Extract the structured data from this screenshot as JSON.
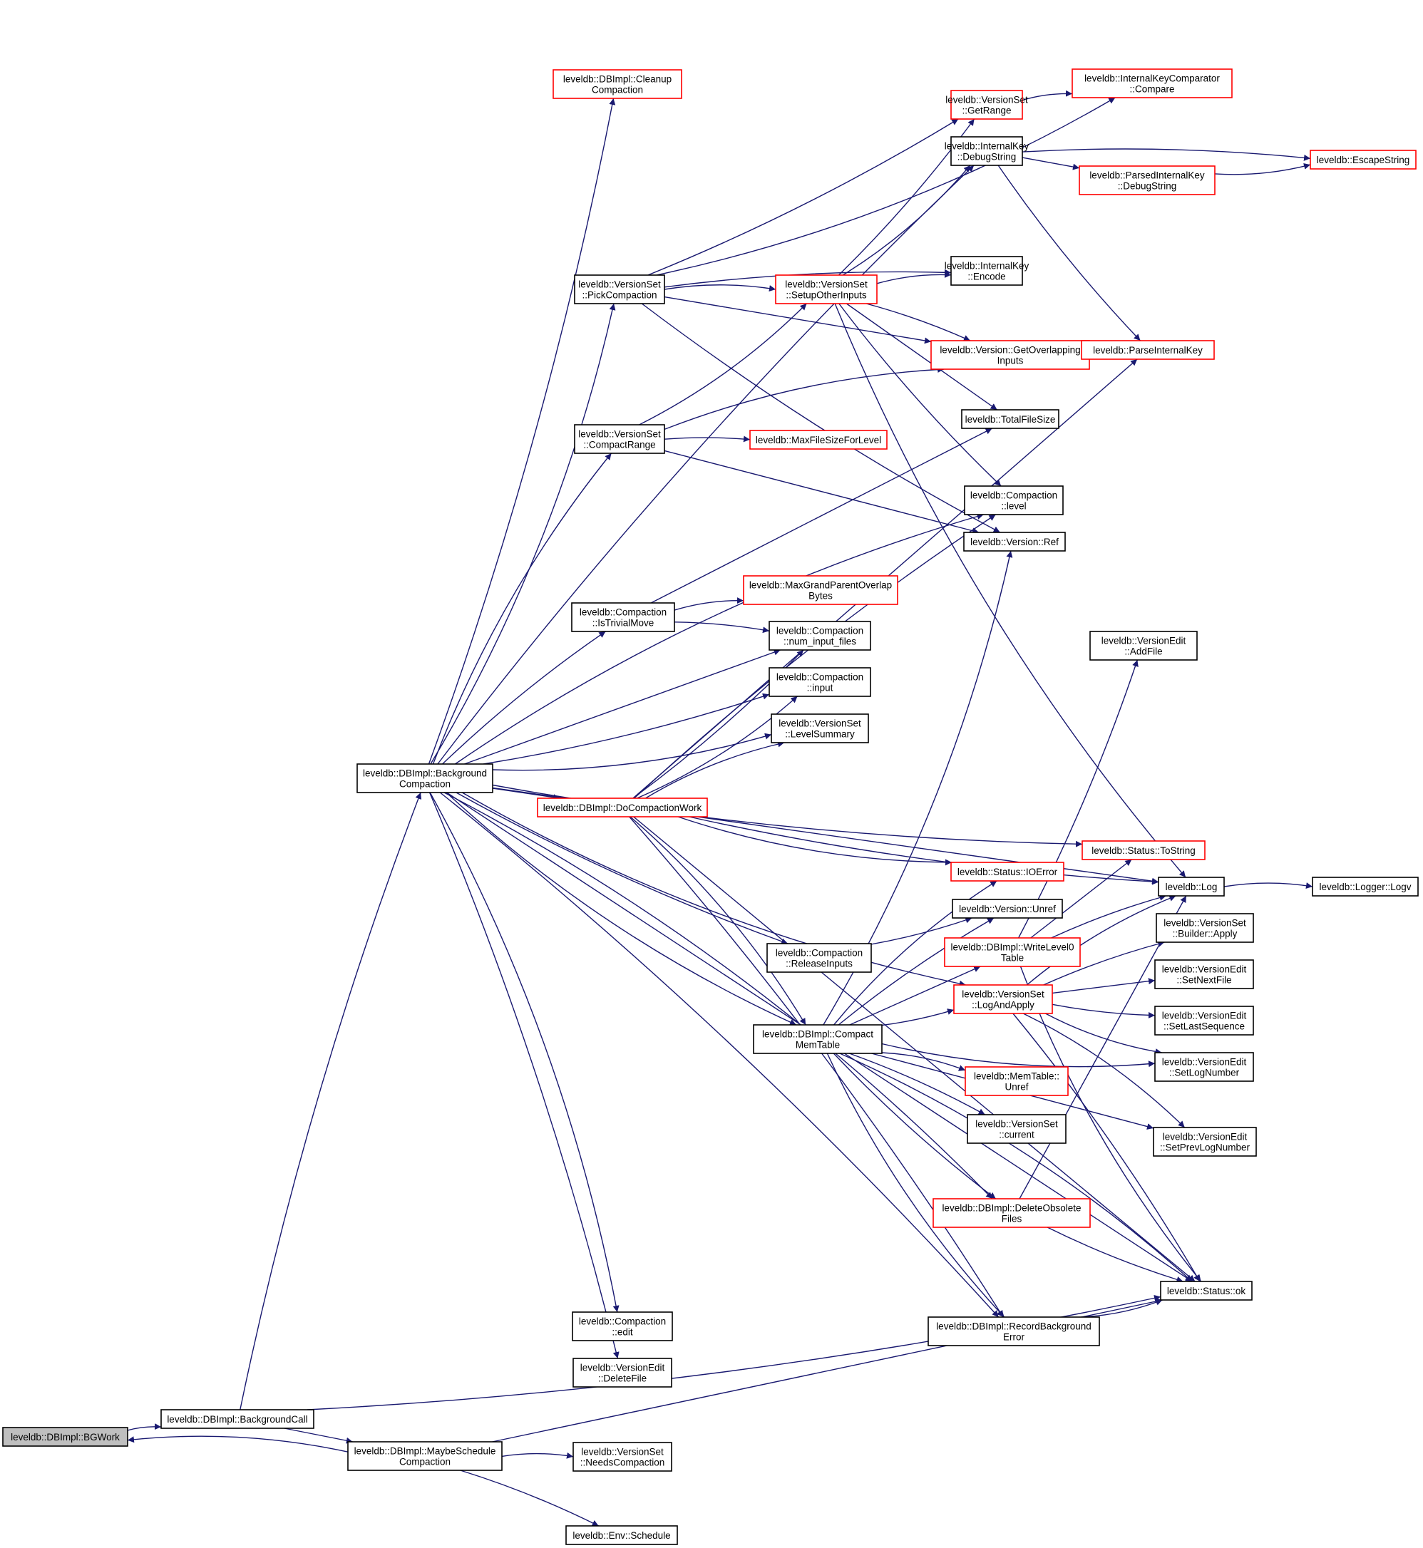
{
  "diagram": {
    "type": "call-graph",
    "colors": {
      "edge": "#191970",
      "node_border": "#000000",
      "node_border_truncated": "#ff0000",
      "current_fill": "#bfbfbf"
    },
    "nodes": [
      {
        "id": "bgwork",
        "lines": [
          "leveldb::DBImpl::BGWork"
        ],
        "style": "current"
      },
      {
        "id": "bgcall",
        "lines": [
          "leveldb::DBImpl::BackgroundCall"
        ],
        "style": "normal"
      },
      {
        "id": "maybesched",
        "lines": [
          "leveldb::DBImpl::MaybeSchedule",
          "Compaction"
        ],
        "style": "normal"
      },
      {
        "id": "bgcompact",
        "lines": [
          "leveldb::DBImpl::Background",
          "Compaction"
        ],
        "style": "normal"
      },
      {
        "id": "cleanup",
        "lines": [
          "leveldb::DBImpl::Cleanup",
          "Compaction"
        ],
        "style": "truncated"
      },
      {
        "id": "pickcompact",
        "lines": [
          "leveldb::VersionSet",
          "::PickCompaction"
        ],
        "style": "normal"
      },
      {
        "id": "compactrange",
        "lines": [
          "leveldb::VersionSet",
          "::CompactRange"
        ],
        "style": "normal"
      },
      {
        "id": "istrivial",
        "lines": [
          "leveldb::Compaction",
          "::IsTrivialMove"
        ],
        "style": "normal"
      },
      {
        "id": "docompact",
        "lines": [
          "leveldb::DBImpl::DoCompactionWork"
        ],
        "style": "truncated"
      },
      {
        "id": "releaseinputs",
        "lines": [
          "leveldb::Compaction",
          "::ReleaseInputs"
        ],
        "style": "normal"
      },
      {
        "id": "compactmem",
        "lines": [
          "leveldb::DBImpl::Compact",
          "MemTable"
        ],
        "style": "normal"
      },
      {
        "id": "cedit",
        "lines": [
          "leveldb::Compaction",
          "::edit"
        ],
        "style": "normal"
      },
      {
        "id": "deletefile",
        "lines": [
          "leveldb::VersionEdit",
          "::DeleteFile"
        ],
        "style": "normal"
      },
      {
        "id": "needscompact",
        "lines": [
          "leveldb::VersionSet",
          "::NeedsCompaction"
        ],
        "style": "normal"
      },
      {
        "id": "schedule",
        "lines": [
          "leveldb::Env::Schedule"
        ],
        "style": "normal"
      },
      {
        "id": "setupother",
        "lines": [
          "leveldb::VersionSet",
          "::SetupOtherInputs"
        ],
        "style": "truncated"
      },
      {
        "id": "maxfilesize",
        "lines": [
          "leveldb::MaxFileSizeForLevel"
        ],
        "style": "truncated"
      },
      {
        "id": "maxgrand",
        "lines": [
          "leveldb::MaxGrandParentOverlap",
          "Bytes"
        ],
        "style": "truncated"
      },
      {
        "id": "numinput",
        "lines": [
          "leveldb::Compaction",
          "::num_input_files"
        ],
        "style": "normal"
      },
      {
        "id": "cinput",
        "lines": [
          "leveldb::Compaction",
          "::input"
        ],
        "style": "normal"
      },
      {
        "id": "levelsummary",
        "lines": [
          "leveldb::VersionSet",
          "::LevelSummary"
        ],
        "style": "normal"
      },
      {
        "id": "getrange",
        "lines": [
          "leveldb::VersionSet",
          "::GetRange"
        ],
        "style": "truncated"
      },
      {
        "id": "ikdebug",
        "lines": [
          "leveldb::InternalKey",
          "::DebugString"
        ],
        "style": "normal"
      },
      {
        "id": "ikencode",
        "lines": [
          "leveldb::InternalKey",
          "::Encode"
        ],
        "style": "normal"
      },
      {
        "id": "getoverlap",
        "lines": [
          "leveldb::Version::GetOverlapping",
          "Inputs"
        ],
        "style": "truncated"
      },
      {
        "id": "totalfilesize",
        "lines": [
          "leveldb::TotalFileSize"
        ],
        "style": "normal"
      },
      {
        "id": "clevel",
        "lines": [
          "leveldb::Compaction",
          "::level"
        ],
        "style": "normal"
      },
      {
        "id": "vref",
        "lines": [
          "leveldb::Version::Ref"
        ],
        "style": "normal"
      },
      {
        "id": "ioerror",
        "lines": [
          "leveldb::Status::IOError"
        ],
        "style": "truncated"
      },
      {
        "id": "vunref",
        "lines": [
          "leveldb::Version::Unref"
        ],
        "style": "normal"
      },
      {
        "id": "writelevel0",
        "lines": [
          "leveldb::DBImpl::WriteLevel0",
          "Table"
        ],
        "style": "truncated"
      },
      {
        "id": "logandapply",
        "lines": [
          "leveldb::VersionSet",
          "::LogAndApply"
        ],
        "style": "truncated"
      },
      {
        "id": "memunref",
        "lines": [
          "leveldb::MemTable::",
          "Unref"
        ],
        "style": "truncated"
      },
      {
        "id": "vscurrent",
        "lines": [
          "leveldb::VersionSet",
          "::current"
        ],
        "style": "normal"
      },
      {
        "id": "deleteobsolete",
        "lines": [
          "leveldb::DBImpl::DeleteObsolete",
          "Files"
        ],
        "style": "truncated"
      },
      {
        "id": "recordbgerr",
        "lines": [
          "leveldb::DBImpl::RecordBackground",
          "Error"
        ],
        "style": "normal"
      },
      {
        "id": "ikcompare",
        "lines": [
          "leveldb::InternalKeyComparator",
          "::Compare"
        ],
        "style": "truncated"
      },
      {
        "id": "escapestring",
        "lines": [
          "leveldb::EscapeString"
        ],
        "style": "truncated"
      },
      {
        "id": "parseddebug",
        "lines": [
          "leveldb::ParsedInternalKey",
          "::DebugString"
        ],
        "style": "truncated"
      },
      {
        "id": "parseik",
        "lines": [
          "leveldb::ParseInternalKey"
        ],
        "style": "truncated"
      },
      {
        "id": "addfile",
        "lines": [
          "leveldb::VersionEdit",
          "::AddFile"
        ],
        "style": "normal"
      },
      {
        "id": "tostring",
        "lines": [
          "leveldb::Status::ToString"
        ],
        "style": "truncated"
      },
      {
        "id": "log",
        "lines": [
          "leveldb::Log"
        ],
        "style": "normal"
      },
      {
        "id": "logv",
        "lines": [
          "leveldb::Logger::Logv"
        ],
        "style": "normal"
      },
      {
        "id": "builderapply",
        "lines": [
          "leveldb::VersionSet",
          "::Builder::Apply"
        ],
        "style": "normal"
      },
      {
        "id": "setnextfile",
        "lines": [
          "leveldb::VersionEdit",
          "::SetNextFile"
        ],
        "style": "normal"
      },
      {
        "id": "setlastseq",
        "lines": [
          "leveldb::VersionEdit",
          "::SetLastSequence"
        ],
        "style": "normal"
      },
      {
        "id": "setlognum",
        "lines": [
          "leveldb::VersionEdit",
          "::SetLogNumber"
        ],
        "style": "normal"
      },
      {
        "id": "setprevlog",
        "lines": [
          "leveldb::VersionEdit",
          "::SetPrevLogNumber"
        ],
        "style": "normal"
      },
      {
        "id": "statusok",
        "lines": [
          "leveldb::Status::ok"
        ],
        "style": "normal"
      }
    ],
    "edges": [
      [
        "bgwork",
        "bgcall"
      ],
      [
        "bgcall",
        "bgcompact"
      ],
      [
        "bgcall",
        "maybesched"
      ],
      [
        "bgcall",
        "statusok"
      ],
      [
        "maybesched",
        "bgwork"
      ],
      [
        "maybesched",
        "needscompact"
      ],
      [
        "maybesched",
        "schedule"
      ],
      [
        "maybesched",
        "statusok"
      ],
      [
        "bgcompact",
        "cleanup"
      ],
      [
        "bgcompact",
        "pickcompact"
      ],
      [
        "bgcompact",
        "compactrange"
      ],
      [
        "bgcompact",
        "istrivial"
      ],
      [
        "bgcompact",
        "docompact"
      ],
      [
        "bgcompact",
        "releaseinputs"
      ],
      [
        "bgcompact",
        "compactmem"
      ],
      [
        "bgcompact",
        "cedit"
      ],
      [
        "bgcompact",
        "deletefile"
      ],
      [
        "bgcompact",
        "numinput"
      ],
      [
        "bgcompact",
        "cinput"
      ],
      [
        "bgcompact",
        "levelsummary"
      ],
      [
        "bgcompact",
        "clevel"
      ],
      [
        "bgcompact",
        "ikdebug"
      ],
      [
        "bgcompact",
        "log"
      ],
      [
        "bgcompact",
        "tostring"
      ],
      [
        "bgcompact",
        "logandapply"
      ],
      [
        "bgcompact",
        "deleteobsolete"
      ],
      [
        "bgcompact",
        "recordbgerr"
      ],
      [
        "bgcompact",
        "statusok"
      ],
      [
        "pickcompact",
        "getrange"
      ],
      [
        "pickcompact",
        "ikcompare"
      ],
      [
        "pickcompact",
        "setupother"
      ],
      [
        "pickcompact",
        "ikencode"
      ],
      [
        "pickcompact",
        "getoverlap"
      ],
      [
        "pickcompact",
        "vref"
      ],
      [
        "compactrange",
        "setupother"
      ],
      [
        "compactrange",
        "getoverlap"
      ],
      [
        "compactrange",
        "maxfilesize"
      ],
      [
        "compactrange",
        "vref"
      ],
      [
        "setupother",
        "getrange"
      ],
      [
        "setupother",
        "ikdebug"
      ],
      [
        "setupother",
        "ikencode"
      ],
      [
        "setupother",
        "getoverlap"
      ],
      [
        "setupother",
        "totalfilesize"
      ],
      [
        "setupother",
        "clevel"
      ],
      [
        "setupother",
        "log"
      ],
      [
        "istrivial",
        "maxgrand"
      ],
      [
        "istrivial",
        "numinput"
      ],
      [
        "istrivial",
        "totalfilesize"
      ],
      [
        "docompact",
        "numinput"
      ],
      [
        "docompact",
        "cinput"
      ],
      [
        "docompact",
        "levelsummary"
      ],
      [
        "docompact",
        "clevel"
      ],
      [
        "docompact",
        "parseik"
      ],
      [
        "docompact",
        "log"
      ],
      [
        "docompact",
        "ioerror"
      ],
      [
        "docompact",
        "compactmem"
      ],
      [
        "docompact",
        "recordbgerr"
      ],
      [
        "docompact",
        "statusok"
      ],
      [
        "releaseinputs",
        "vunref"
      ],
      [
        "compactmem",
        "vref"
      ],
      [
        "compactmem",
        "ioerror"
      ],
      [
        "compactmem",
        "vunref"
      ],
      [
        "compactmem",
        "writelevel0"
      ],
      [
        "compactmem",
        "logandapply"
      ],
      [
        "compactmem",
        "setlognum"
      ],
      [
        "compactmem",
        "memunref"
      ],
      [
        "compactmem",
        "vscurrent"
      ],
      [
        "compactmem",
        "setprevlog"
      ],
      [
        "compactmem",
        "deleteobsolete"
      ],
      [
        "compactmem",
        "recordbgerr"
      ],
      [
        "compactmem",
        "statusok"
      ],
      [
        "writelevel0",
        "log"
      ],
      [
        "writelevel0",
        "tostring"
      ],
      [
        "writelevel0",
        "addfile"
      ],
      [
        "writelevel0",
        "statusok"
      ],
      [
        "logandapply",
        "log"
      ],
      [
        "logandapply",
        "builderapply"
      ],
      [
        "logandapply",
        "setnextfile"
      ],
      [
        "logandapply",
        "setlastseq"
      ],
      [
        "logandapply",
        "setlognum"
      ],
      [
        "logandapply",
        "setprevlog"
      ],
      [
        "logandapply",
        "statusok"
      ],
      [
        "deleteobsolete",
        "log"
      ],
      [
        "deleteobsolete",
        "statusok"
      ],
      [
        "recordbgerr",
        "statusok"
      ],
      [
        "getrange",
        "ikcompare"
      ],
      [
        "ikdebug",
        "escapestring"
      ],
      [
        "ikdebug",
        "parseddebug"
      ],
      [
        "ikdebug",
        "parseik"
      ],
      [
        "parseddebug",
        "escapestring"
      ],
      [
        "log",
        "logv"
      ]
    ]
  }
}
